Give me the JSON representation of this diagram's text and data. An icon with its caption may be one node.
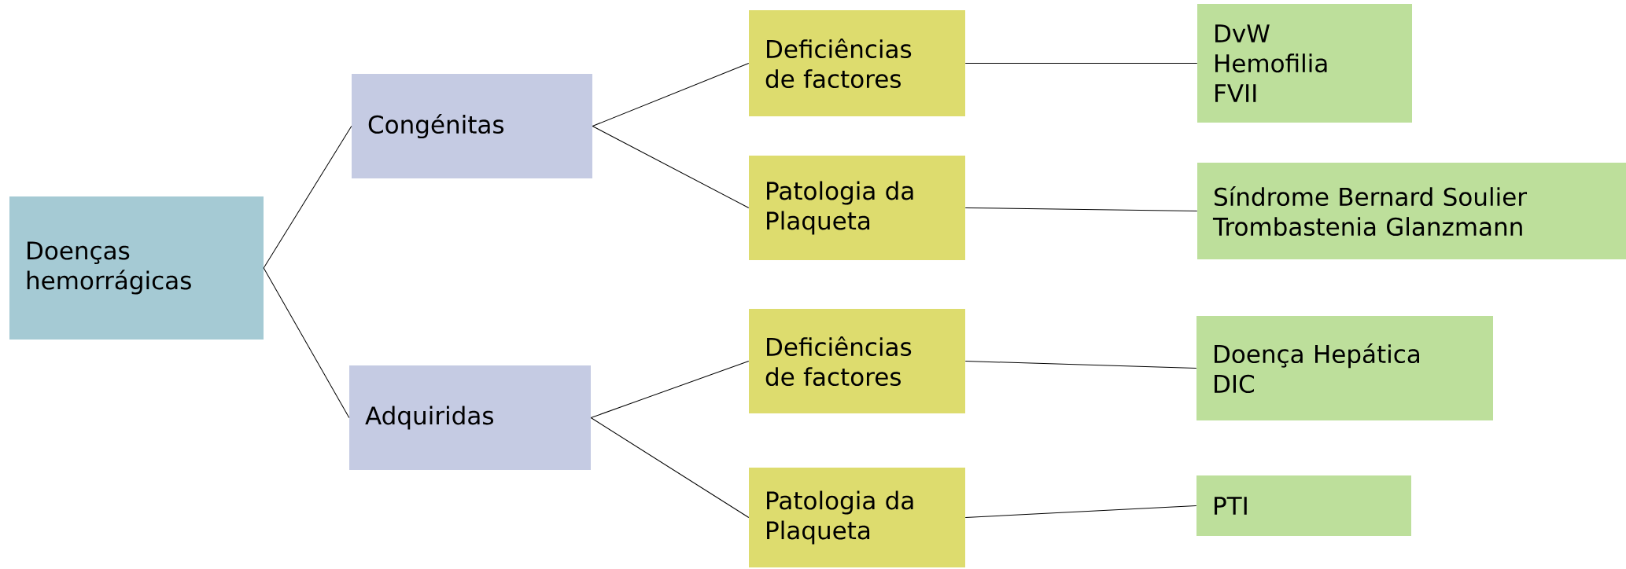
{
  "diagram": {
    "nodes": [
      {
        "text": [
          "Doenças hemorrágicas"
        ]
      },
      {
        "text": [
          "Congénitas"
        ]
      },
      {
        "text": [
          "Adquiridas"
        ]
      },
      {
        "text": [
          "Deficiências de factores"
        ]
      },
      {
        "text": [
          "Patologia da Plaqueta"
        ]
      },
      {
        "text": [
          "Deficiências de factores"
        ]
      },
      {
        "text": [
          "Patologia da Plaqueta"
        ]
      },
      {
        "text": [
          "DvW",
          "Hemofilia",
          "FVII"
        ]
      },
      {
        "text": [
          "Síndrome Bernard Soulier",
          "Trombastenia Glanzmann"
        ]
      },
      {
        "text": [
          "Doença Hepática",
          "DIC"
        ]
      },
      {
        "text": [
          "PTI"
        ]
      }
    ],
    "edges": [
      {
        "from": 0,
        "to": 1,
        "arrow": "none"
      },
      {
        "from": 0,
        "to": 2,
        "arrow": "none"
      },
      {
        "from": 1,
        "to": 3,
        "arrow": "none"
      },
      {
        "from": 1,
        "to": 4,
        "arrow": "none"
      },
      {
        "from": 2,
        "to": 5,
        "arrow": "none"
      },
      {
        "from": 2,
        "to": 6,
        "arrow": "none"
      },
      {
        "from": 3,
        "to": 7,
        "arrow": "none"
      },
      {
        "from": 4,
        "to": 8,
        "arrow": "none"
      },
      {
        "from": 5,
        "to": 9,
        "arrow": "none"
      },
      {
        "from": 6,
        "to": 10,
        "arrow": "none"
      }
    ]
  }
}
